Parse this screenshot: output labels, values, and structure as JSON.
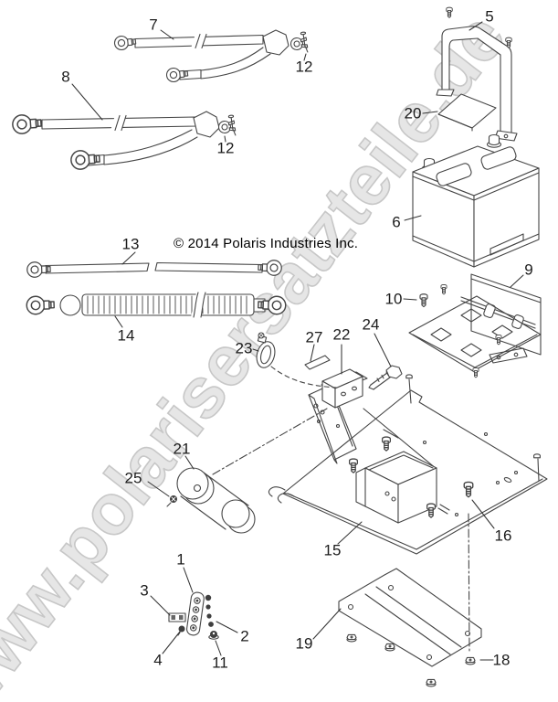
{
  "copyright": "© 2014 Polaris Industries Inc.",
  "watermark": "www.polarisersatzteile.de",
  "colors": {
    "line": "#454545",
    "label_text": "#1c1c1c",
    "watermark_fill": "#e4e4e4",
    "watermark_outline": "#c2c2c2",
    "background": "#ffffff",
    "dark_hardware": "#3f3f3f"
  },
  "callouts": [
    {
      "label": "7"
    },
    {
      "label": "12"
    },
    {
      "label": "8"
    },
    {
      "label": "12"
    },
    {
      "label": "5"
    },
    {
      "label": "20"
    },
    {
      "label": "6"
    },
    {
      "label": "9"
    },
    {
      "label": "10"
    },
    {
      "label": "13"
    },
    {
      "label": "14"
    },
    {
      "label": "23"
    },
    {
      "label": "27"
    },
    {
      "label": "22"
    },
    {
      "label": "24"
    },
    {
      "label": "21"
    },
    {
      "label": "25"
    },
    {
      "label": "15"
    },
    {
      "label": "16"
    },
    {
      "label": "1"
    },
    {
      "label": "3"
    },
    {
      "label": "2"
    },
    {
      "label": "4"
    },
    {
      "label": "11"
    },
    {
      "label": "19"
    },
    {
      "label": "18"
    }
  ]
}
